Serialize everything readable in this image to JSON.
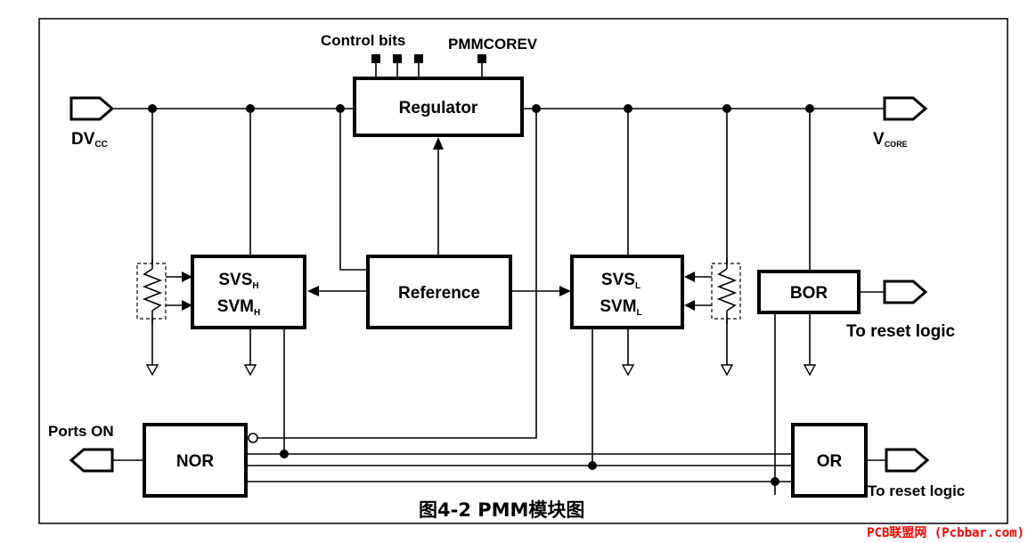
{
  "diagram": {
    "caption": "图4-2 PMM模块图",
    "watermark": "PCB联盟网 (Pcbbar.com)",
    "colors": {
      "line": "#000000",
      "watermark": "#ff0000",
      "background": "#ffffff"
    },
    "labels": {
      "control_bits": "Control bits",
      "pmmcorev": "PMMCOREV",
      "dvcc_main": "DV",
      "dvcc_sub": "CC",
      "vcore_main": "V",
      "vcore_sub": "CORE",
      "ports_on": "Ports ON",
      "reset_bor": "To reset logic",
      "reset_or": "To reset logic"
    },
    "blocks": {
      "regulator": "Regulator",
      "reference": "Reference",
      "svsh_line1": "SVS",
      "svsh_line1_sub": "H",
      "svsh_line2": "SVM",
      "svsh_line2_sub": "H",
      "svsl_line1": "SVS",
      "svsl_line1_sub": "L",
      "svsl_line2": "SVM",
      "svsl_line2_sub": "L",
      "bor": "BOR",
      "nor": "NOR",
      "or": "OR"
    }
  }
}
